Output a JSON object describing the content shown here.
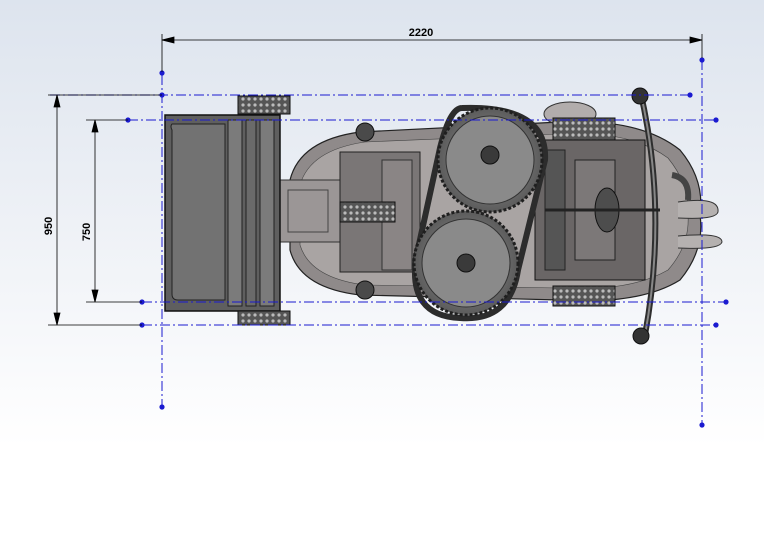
{
  "drawing": {
    "dimensions": {
      "overall_length": "2220",
      "overall_width": "950",
      "track_width": "750"
    },
    "colors": {
      "background_top": "#dde4ee",
      "centerline": "#1a1ad0",
      "dimension_line": "#000000",
      "body": "#8f8a8a",
      "metal_dark": "#2e2e2e",
      "metal_mid": "#6d6d6d"
    }
  }
}
